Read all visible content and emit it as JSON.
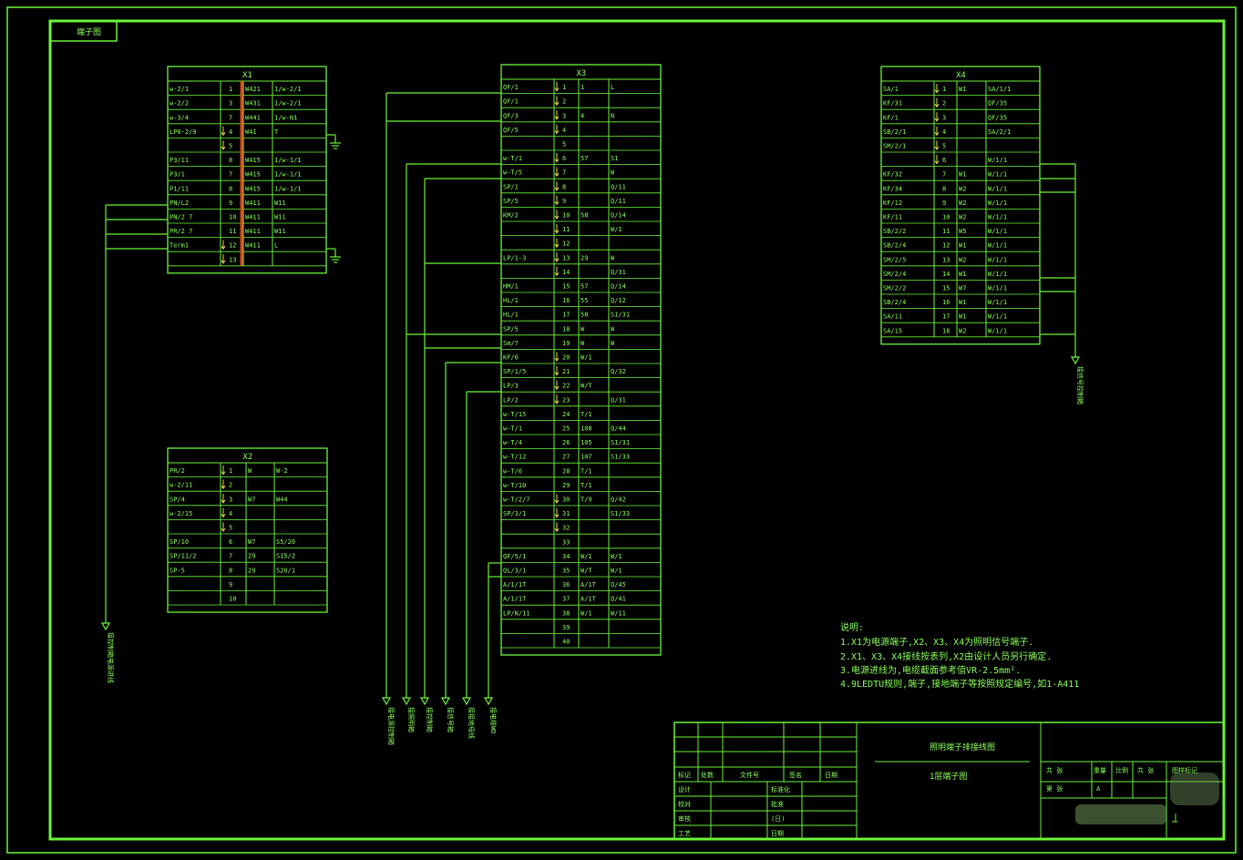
{
  "corner_label": "端子图",
  "notes_title": "说明:",
  "notes": [
    "1.X1为电源端子,X2、X3、X4为照明信号端子.",
    "2.X1、X3、X4接线按表列,X2由设计人员另行确定.",
    "3.电源进线为,电缆截面参考值VR-2.5mm².",
    "4.9LEDTU规则,端子,接地端子等按照规定编号,如1-A411"
  ],
  "blocks": {
    "x1": {
      "title": "X1",
      "rows": [
        {
          "a": "w-2/1",
          "n": "1",
          "b": "W421",
          "c": "1/w-2/1",
          "j": false
        },
        {
          "a": "w-2/2",
          "n": "3",
          "b": "W431",
          "c": "1/w-2/1",
          "j": false
        },
        {
          "a": "w-3/4",
          "n": "7",
          "b": "W441",
          "c": "1/w-N1",
          "j": false
        },
        {
          "a": "LP0-2/9",
          "n": "4",
          "b": "W41",
          "c": "T",
          "j": true
        },
        {
          "a": "",
          "n": "5",
          "b": "",
          "c": "",
          "j": true
        },
        {
          "a": "P3/11",
          "n": "8",
          "b": "W415",
          "c": "1/w-1/1",
          "j": false
        },
        {
          "a": "P3/1",
          "n": "7",
          "b": "W415",
          "c": "1/w-1/1",
          "j": false
        },
        {
          "a": "P1/11",
          "n": "8",
          "b": "W415",
          "c": "1/w-1/1",
          "j": false
        },
        {
          "a": "PN/L2",
          "n": "9",
          "b": "W411",
          "c": "W11",
          "j": false
        },
        {
          "a": "PN/2 7",
          "n": "10",
          "b": "W411",
          "c": "W11",
          "j": false
        },
        {
          "a": "PR/2 7",
          "n": "11",
          "b": "W411",
          "c": "W11",
          "j": false
        },
        {
          "a": "Term1",
          "n": "12",
          "b": "W411",
          "c": "L",
          "j": true
        },
        {
          "a": "",
          "n": "13",
          "b": "",
          "c": "",
          "j": true
        }
      ]
    },
    "x2": {
      "title": "X2",
      "rows": [
        {
          "a": "PR/2",
          "n": "1",
          "b": "W",
          "c": "W-2",
          "j": true
        },
        {
          "a": "w-2/11",
          "n": "2",
          "b": "",
          "c": "",
          "j": true
        },
        {
          "a": "SP/4",
          "n": "3",
          "b": "W7",
          "c": "W44",
          "j": true
        },
        {
          "a": "w-2/15",
          "n": "4",
          "b": "",
          "c": "",
          "j": true
        },
        {
          "a": "",
          "n": "5",
          "b": "",
          "c": "",
          "j": true
        },
        {
          "a": "SP/10",
          "n": "6",
          "b": "W7",
          "c": "S5/20",
          "j": false
        },
        {
          "a": "SP/11/2",
          "n": "7",
          "b": "29",
          "c": "S15/2",
          "j": false
        },
        {
          "a": "SP-5",
          "n": "8",
          "b": "29",
          "c": "S20/1",
          "j": false
        },
        {
          "a": "",
          "n": "9",
          "b": "",
          "c": "",
          "j": false
        },
        {
          "a": "",
          "n": "10",
          "b": "",
          "c": "",
          "j": false
        }
      ]
    },
    "x3": {
      "title": "X3",
      "rows": [
        {
          "a": "QF/1",
          "n": "1",
          "b": "1",
          "c": "L",
          "j": true
        },
        {
          "a": "QF/1",
          "n": "2",
          "b": "",
          "c": "",
          "j": true
        },
        {
          "a": "QF/3",
          "n": "3",
          "b": "4",
          "c": "N",
          "j": true
        },
        {
          "a": "QF/5",
          "n": "4",
          "b": "",
          "c": "",
          "j": true
        },
        {
          "a": "",
          "n": "5",
          "b": "",
          "c": "",
          "j": false
        },
        {
          "a": "w-T/1",
          "n": "6",
          "b": "57",
          "c": "S1",
          "j": true
        },
        {
          "a": "w-T/5",
          "n": "7",
          "b": "",
          "c": "W",
          "j": true
        },
        {
          "a": "SP/1",
          "n": "8",
          "b": "",
          "c": "Q/11",
          "j": true
        },
        {
          "a": "SP/5",
          "n": "9",
          "b": "",
          "c": "Q/11",
          "j": true
        },
        {
          "a": "KM/2",
          "n": "10",
          "b": "58",
          "c": "Q/14",
          "j": true
        },
        {
          "a": "",
          "n": "11",
          "b": "",
          "c": "W/1",
          "j": true
        },
        {
          "a": "",
          "n": "12",
          "b": "",
          "c": "",
          "j": true
        },
        {
          "a": "LP/1-3",
          "n": "13",
          "b": "29",
          "c": "W",
          "j": true
        },
        {
          "a": "",
          "n": "14",
          "b": "",
          "c": "Q/31",
          "j": true
        },
        {
          "a": "HM/1",
          "n": "15",
          "b": "57",
          "c": "Q/14",
          "j": false
        },
        {
          "a": "HL/1",
          "n": "16",
          "b": "55",
          "c": "Q/12",
          "j": false
        },
        {
          "a": "HL/1",
          "n": "17",
          "b": "58",
          "c": "S1/31",
          "j": false
        },
        {
          "a": "SP/5",
          "n": "18",
          "b": "W",
          "c": "W",
          "j": false
        },
        {
          "a": "Sm/7",
          "n": "19",
          "b": "W",
          "c": "W",
          "j": false
        },
        {
          "a": "KF/6",
          "n": "20",
          "b": "W/1",
          "c": "",
          "j": true
        },
        {
          "a": "SP/1/5",
          "n": "21",
          "b": "",
          "c": "Q/32",
          "j": true
        },
        {
          "a": "LP/3",
          "n": "22",
          "b": "W/T",
          "c": "",
          "j": true
        },
        {
          "a": "LP/2",
          "n": "23",
          "b": "",
          "c": "Q/31",
          "j": true
        },
        {
          "a": "w-T/15",
          "n": "24",
          "b": "T/1",
          "c": "",
          "j": false
        },
        {
          "a": "w-T/1",
          "n": "25",
          "b": "108",
          "c": "Q/44",
          "j": false
        },
        {
          "a": "w-T/4",
          "n": "26",
          "b": "105",
          "c": "S1/31",
          "j": false
        },
        {
          "a": "w-T/12",
          "n": "27",
          "b": "107",
          "c": "S1/33",
          "j": false
        },
        {
          "a": "w-T/6",
          "n": "28",
          "b": "T/1",
          "c": "",
          "j": false
        },
        {
          "a": "w-T/10",
          "n": "29",
          "b": "T/1",
          "c": "",
          "j": false
        },
        {
          "a": "w-T/2/7",
          "n": "30",
          "b": "T/9",
          "c": "Q/42",
          "j": true
        },
        {
          "a": "SP/3/1",
          "n": "31",
          "b": "",
          "c": "S1/33",
          "j": true
        },
        {
          "a": "",
          "n": "32",
          "b": "",
          "c": "",
          "j": true
        },
        {
          "a": "",
          "n": "33",
          "b": "",
          "c": "",
          "j": false
        },
        {
          "a": "QF/5/1",
          "n": "34",
          "b": "W/1",
          "c": "W/1",
          "j": false
        },
        {
          "a": "QL/3/1",
          "n": "35",
          "b": "W/T",
          "c": "W/1",
          "j": false
        },
        {
          "a": "A/1/1T",
          "n": "36",
          "b": "A/1T",
          "c": "Q/45",
          "j": false
        },
        {
          "a": "A/1/1T",
          "n": "37",
          "b": "A/1T",
          "c": "Q/41",
          "j": false
        },
        {
          "a": "LP/N/11",
          "n": "38",
          "b": "W/1",
          "c": "W/11",
          "j": false
        },
        {
          "a": "",
          "n": "39",
          "b": "",
          "c": "",
          "j": false
        },
        {
          "a": "",
          "n": "40",
          "b": "",
          "c": "",
          "j": false
        }
      ]
    },
    "x4": {
      "title": "X4",
      "rows": [
        {
          "a": "SA/1",
          "n": "1",
          "b": "W1",
          "c": "SA/1/1",
          "j": true
        },
        {
          "a": "KF/31",
          "n": "2",
          "b": "",
          "c": "QF/35",
          "j": true
        },
        {
          "a": "KF/1",
          "n": "3",
          "b": "",
          "c": "QF/35",
          "j": true
        },
        {
          "a": "SB/2/1",
          "n": "4",
          "b": "",
          "c": "SA/2/1",
          "j": true
        },
        {
          "a": "SM/2/1",
          "n": "5",
          "b": "",
          "c": "",
          "j": true
        },
        {
          "a": "",
          "n": "6",
          "b": "",
          "c": "W/1/1",
          "j": true
        },
        {
          "a": "KF/32",
          "n": "7",
          "b": "W1",
          "c": "W/1/1",
          "j": false
        },
        {
          "a": "KF/34",
          "n": "8",
          "b": "W2",
          "c": "W/1/1",
          "j": false
        },
        {
          "a": "KF/12",
          "n": "9",
          "b": "W2",
          "c": "W/1/1",
          "j": false
        },
        {
          "a": "KF/11",
          "n": "10",
          "b": "W2",
          "c": "W/1/1",
          "j": false
        },
        {
          "a": "SB/2/2",
          "n": "11",
          "b": "W5",
          "c": "W/1/1",
          "j": false
        },
        {
          "a": "SB/2/4",
          "n": "12",
          "b": "W1",
          "c": "W/1/1",
          "j": false
        },
        {
          "a": "SM/2/5",
          "n": "13",
          "b": "W2",
          "c": "W/1/1",
          "j": false
        },
        {
          "a": "SM/2/4",
          "n": "14",
          "b": "W1",
          "c": "W/1/1",
          "j": false
        },
        {
          "a": "SM/2/2",
          "n": "15",
          "b": "W7",
          "c": "W/1/1",
          "j": false
        },
        {
          "a": "SB/2/4",
          "n": "16",
          "b": "W1",
          "c": "W/1/1",
          "j": false
        },
        {
          "a": "SA/11",
          "n": "17",
          "b": "W1",
          "c": "W/1/1",
          "j": false
        },
        {
          "a": "SA/15",
          "n": "18",
          "b": "W2",
          "c": "W/1/1",
          "j": false
        }
      ]
    }
  },
  "cables": {
    "left": "接控制箱电源进线",
    "right": "接信号控制箱",
    "bottom": [
      "接电源控制箱",
      "接照明箱",
      "接控制箱",
      "接信号箱",
      "接接地母线",
      "接电缆WD"
    ]
  },
  "title_block": {
    "left_header": [
      "标记",
      "处数",
      "文件号",
      "签名",
      "日期"
    ],
    "left_roles": [
      "设计",
      "校对",
      "审核",
      "工艺"
    ],
    "mid_labels": [
      "标准化",
      "批准",
      "(日)",
      "日期"
    ],
    "drawing_name": "照明端子排接线图",
    "drawing_code": "1层端子图",
    "right_header": [
      "图样标记",
      "重量",
      "比例",
      "共 张"
    ],
    "right_rows": [
      "共 张",
      "第 张"
    ],
    "right_vals": [
      "A"
    ]
  }
}
